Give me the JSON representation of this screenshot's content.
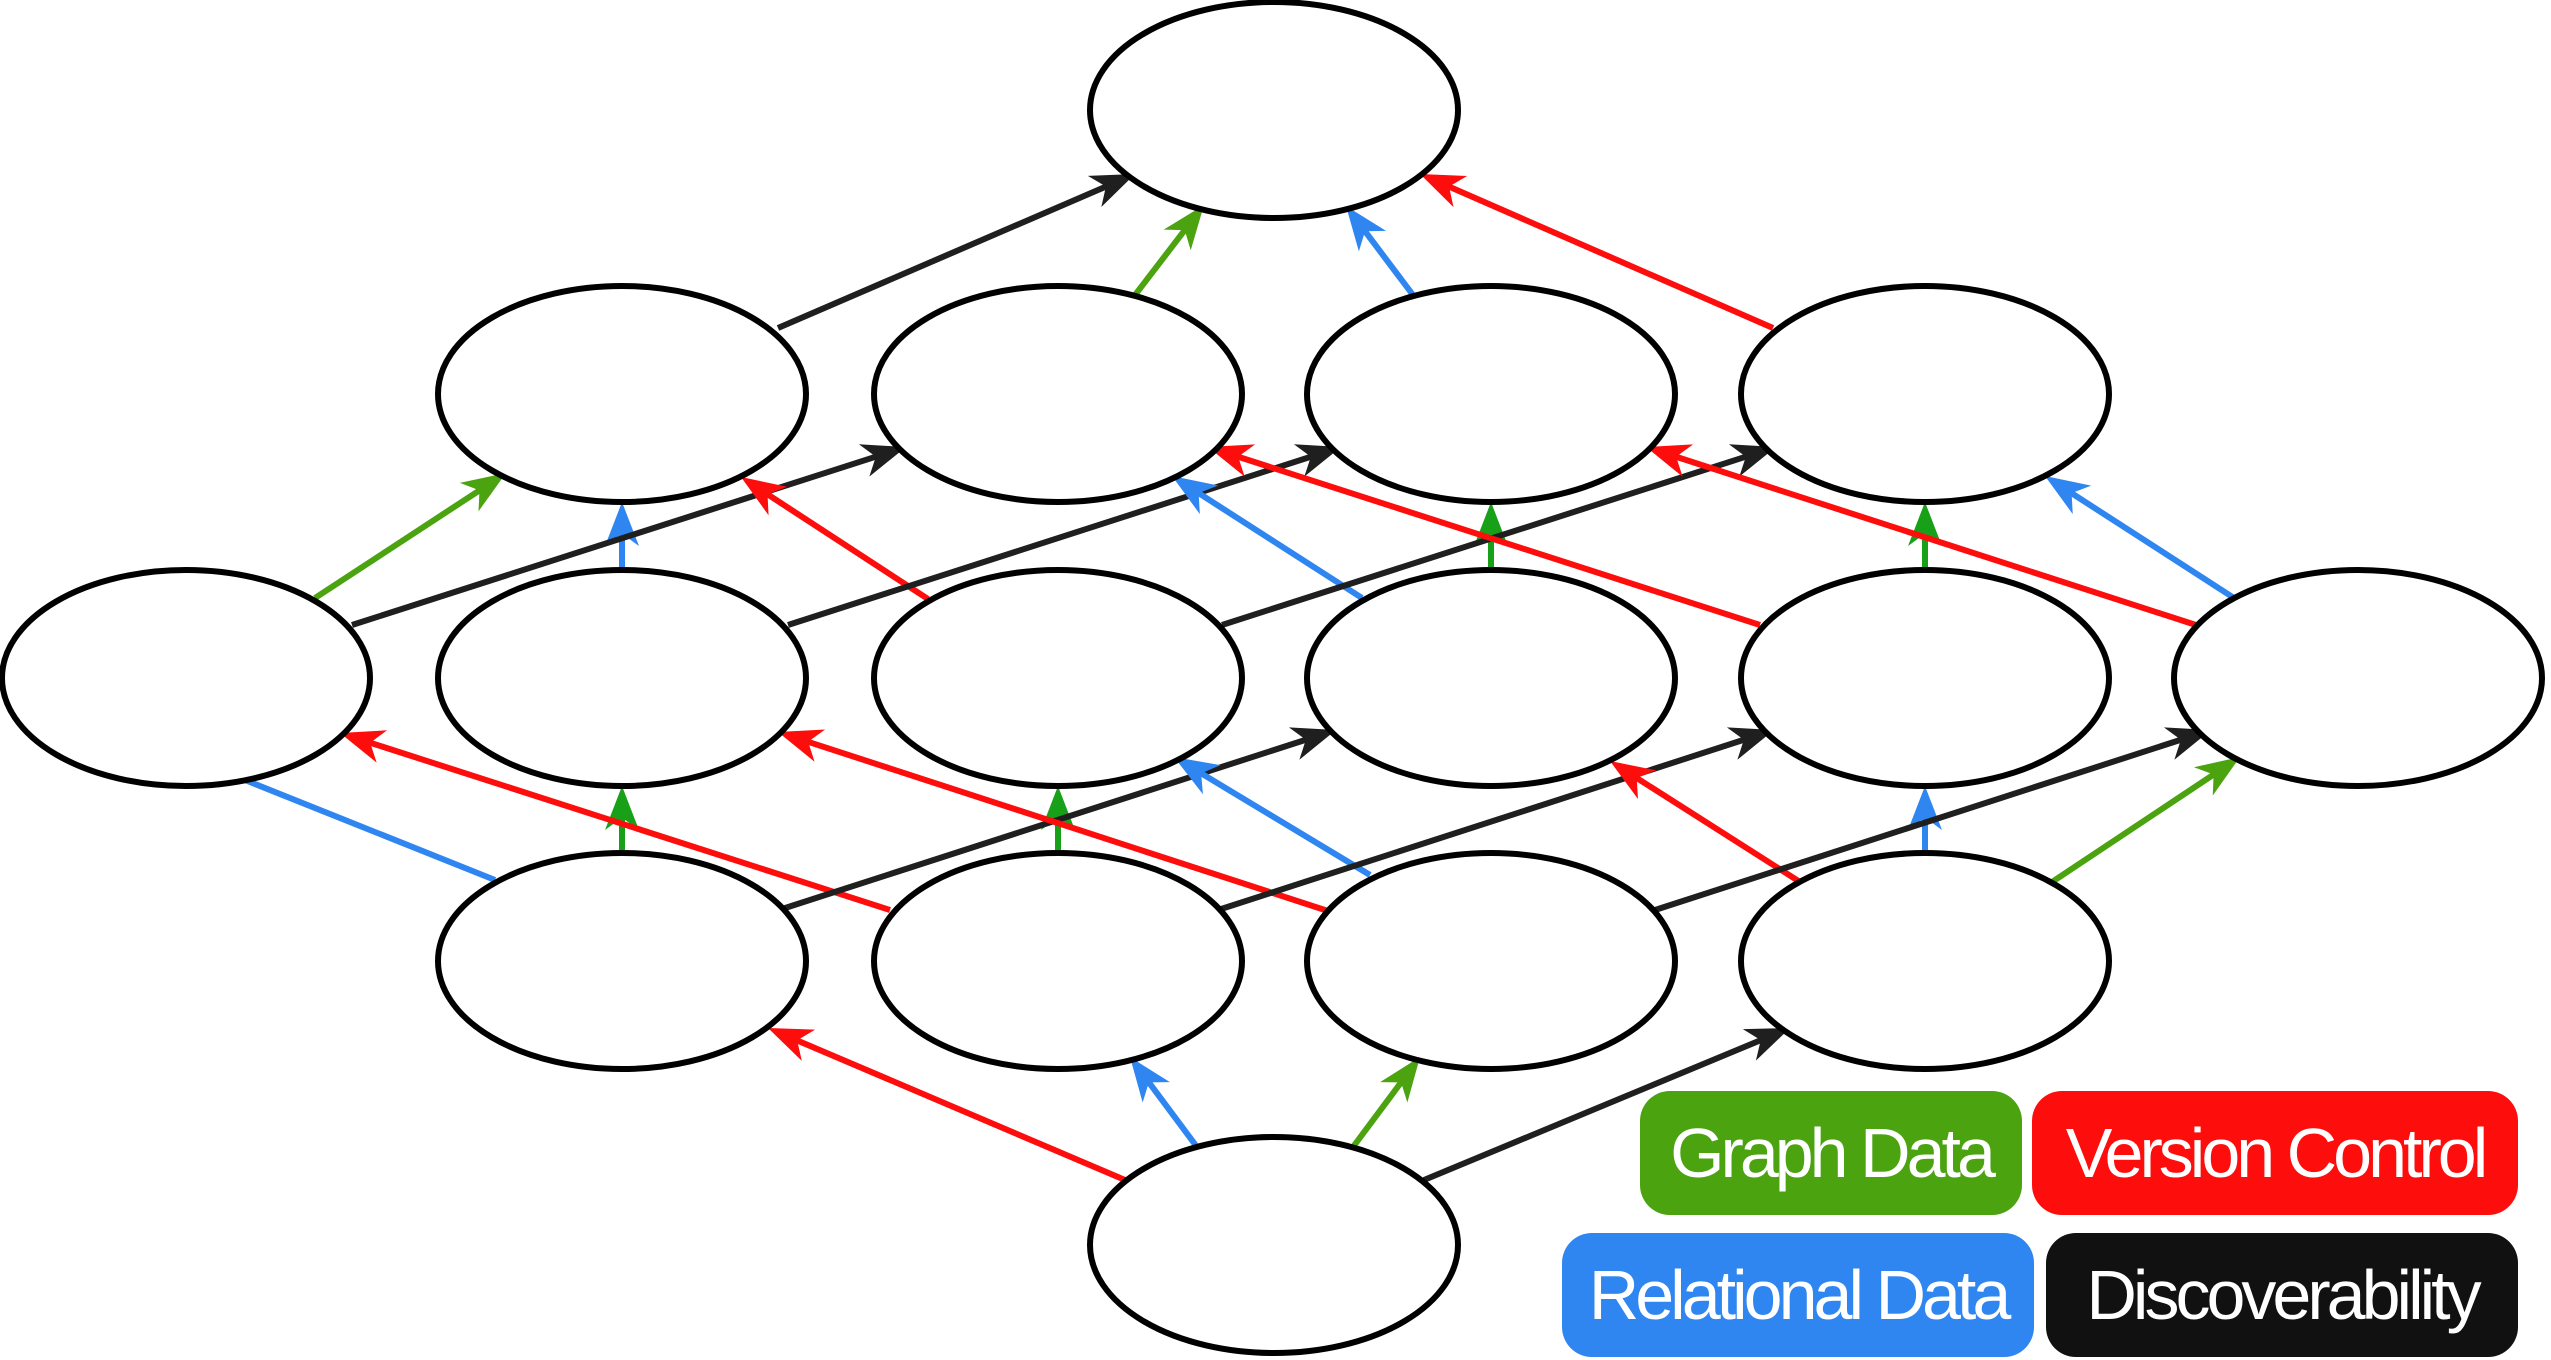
{
  "legend": {
    "graph": {
      "label": "Graph Data",
      "color": "#4aa30f"
    },
    "version": {
      "label": "Version Control",
      "color": "#fe0d0d"
    },
    "relational": {
      "label": "Relational Data",
      "color": "#2f86f0"
    },
    "discover": {
      "label": "Discoverability",
      "color": "#111111"
    }
  },
  "diagram": {
    "node_count": 16,
    "edge_count": 32,
    "edge_colors": {
      "graph": "#4aa30f",
      "graph_vertical": "#19a019",
      "version": "#fe0d0d",
      "relational": "#2f86f0",
      "discover": "#1f1f1f"
    }
  }
}
